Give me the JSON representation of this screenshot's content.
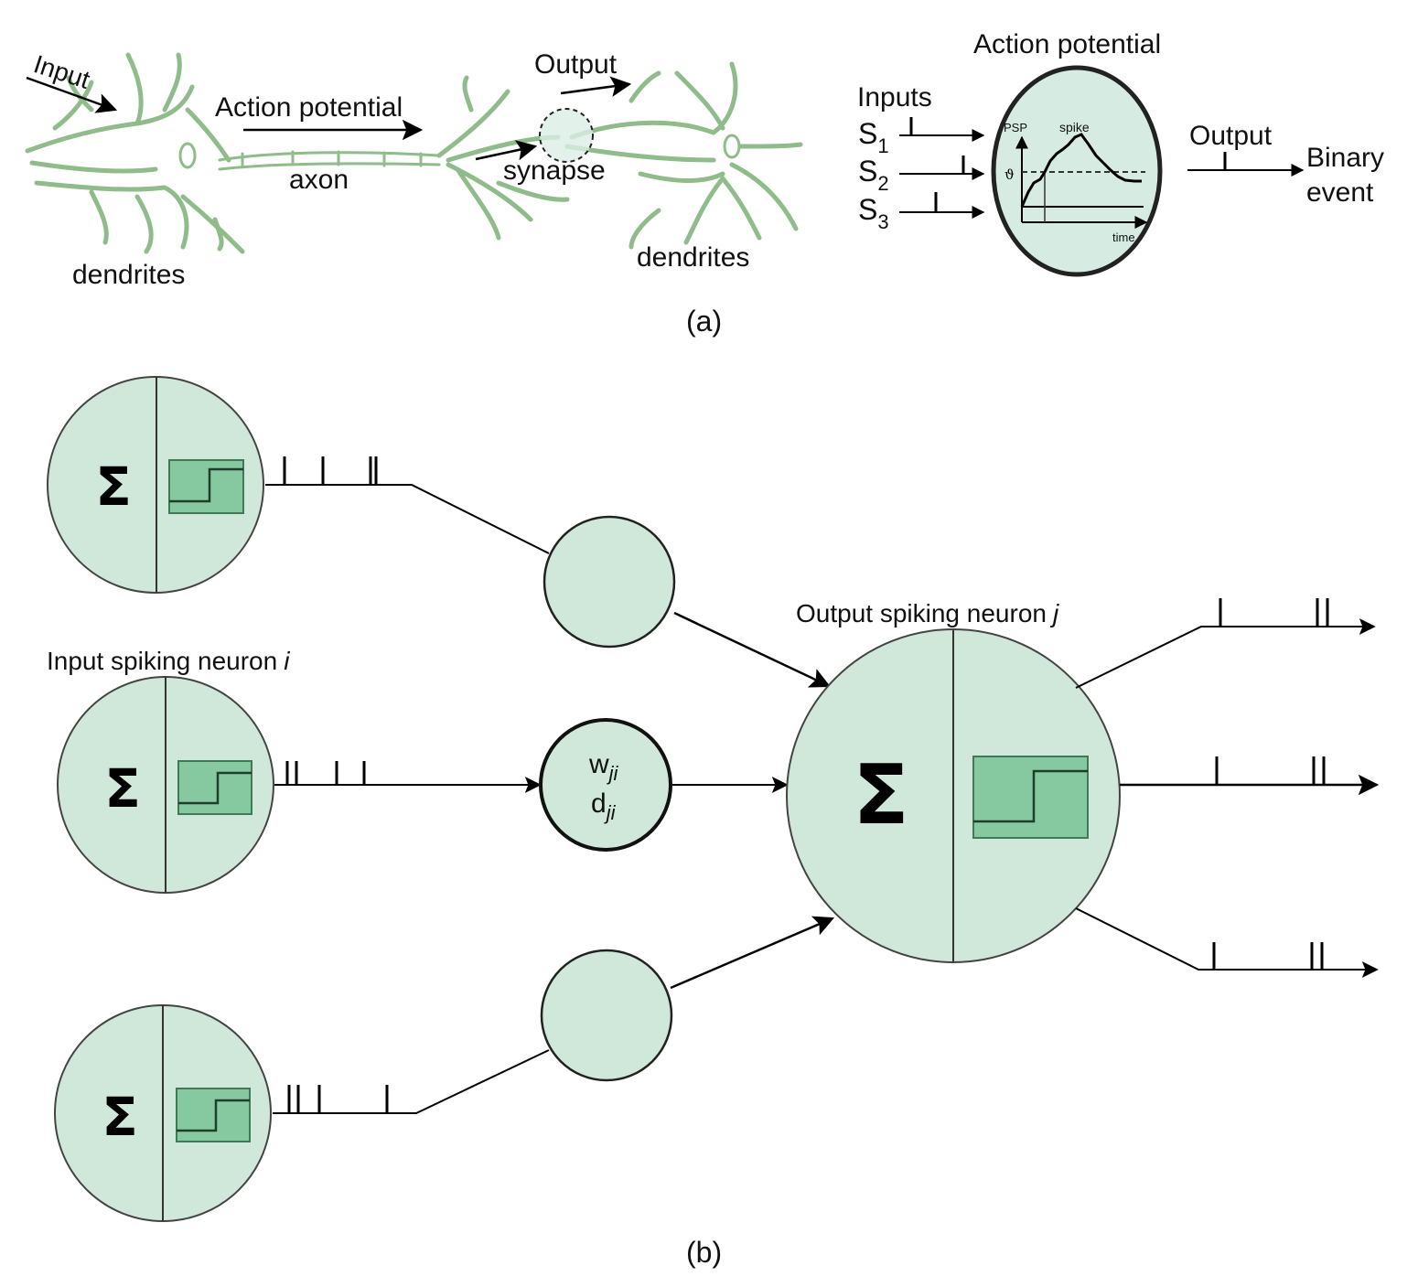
{
  "panel_a": {
    "caption": "(a)",
    "biology": {
      "input_label": "Input",
      "action_potential_label": "Action potential",
      "axon_label": "axon",
      "dendrites_left_label": "dendrites",
      "output_label": "Output",
      "synapse_label": "synapse",
      "dendrites_right_label": "dendrites"
    },
    "model": {
      "title": "Action potential",
      "inputs_label": "Inputs",
      "inputs": [
        {
          "name": "S",
          "sub": "1"
        },
        {
          "name": "S",
          "sub": "2"
        },
        {
          "name": "S",
          "sub": "3"
        }
      ],
      "psp_axis_label": "PSP",
      "spike_label": "spike",
      "threshold_symbol": "ϑ",
      "time_axis_label": "time",
      "output_label": "Output",
      "binary_event_line1": "Binary",
      "binary_event_line2": "event"
    }
  },
  "panel_b": {
    "caption": "(b)",
    "input_neuron_label": "Input spiking neuron",
    "input_neuron_index": "i",
    "output_neuron_label": "Output spiking neuron",
    "output_neuron_index": "j",
    "sum_symbol": "Σ",
    "synapse_weight": {
      "base": "w",
      "sub": "ji"
    },
    "synapse_delay": {
      "base": "d",
      "sub": "ji"
    },
    "colors": {
      "neuron_fill": "#cfe8da",
      "activation_fill": "#86c9a0",
      "dendrite_green": "#8fbc8a"
    }
  }
}
